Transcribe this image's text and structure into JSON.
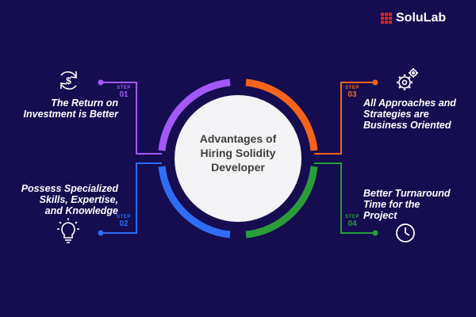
{
  "brand": {
    "name": "SoluLab",
    "accent": "#e2231a"
  },
  "center": {
    "title": "Advantages of\nHiring Solidity\nDeveloper"
  },
  "steps": [
    {
      "word": "STEP",
      "number": "01",
      "text": "The Return on\nInvestment is Better",
      "color": "#a259f7",
      "icon": "dollar-refresh-icon"
    },
    {
      "word": "STEP",
      "number": "02",
      "text": "Possess Specialized\nSkills, Expertise,\nand Knowledge",
      "color": "#2f6df6",
      "icon": "lightbulb-icon"
    },
    {
      "word": "STEP",
      "number": "03",
      "text": "All Approaches and\nStrategies are\nBusiness Oriented",
      "color": "#f7631b",
      "icon": "gears-icon"
    },
    {
      "word": "STEP",
      "number": "04",
      "text": "Better Turnaround\nTime for the\nProject",
      "color": "#2a9d3a",
      "icon": "clock-icon"
    }
  ],
  "colors": {
    "background": "#150d4f",
    "circle": "#f3f3f5"
  }
}
